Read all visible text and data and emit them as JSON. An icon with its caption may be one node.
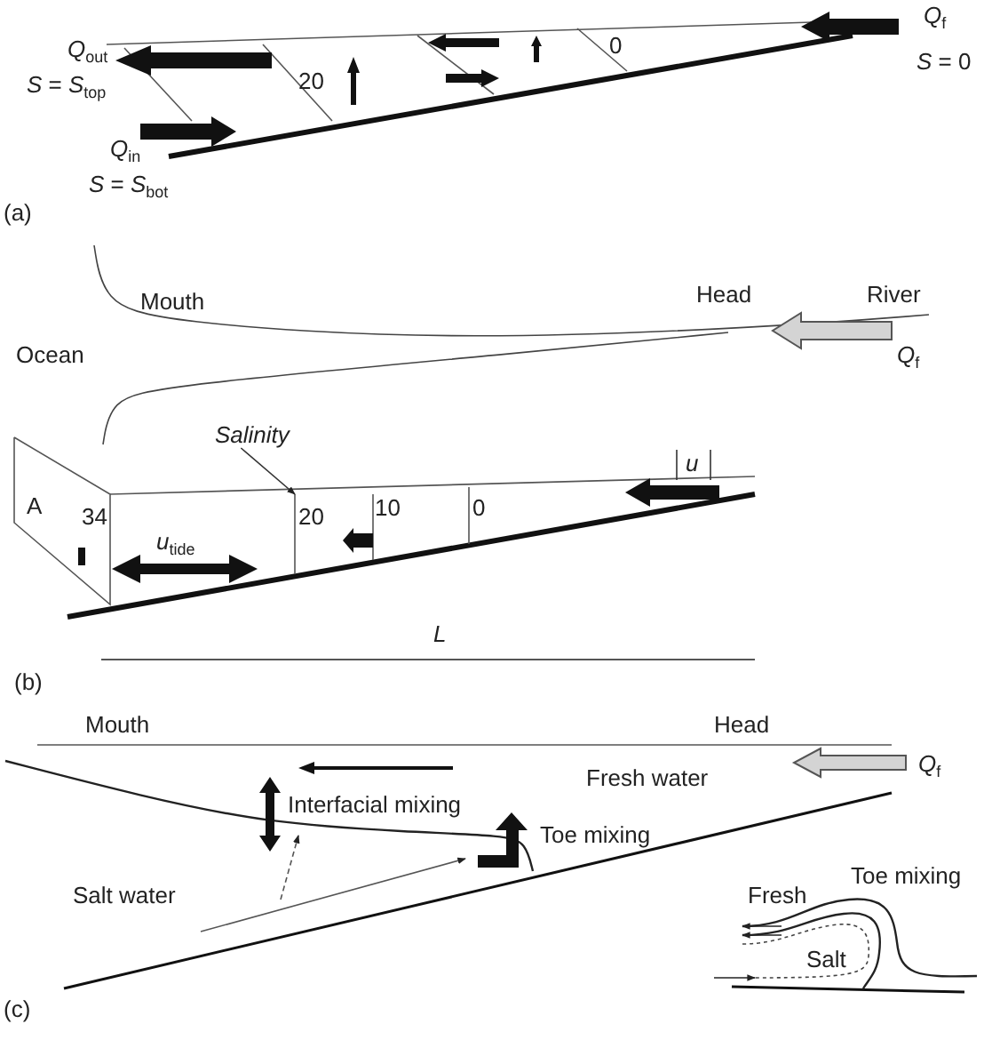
{
  "diagram": {
    "nodes": [
      {
        "text": [
          "Salinity"
        ]
      },
      {
        "text": [],
        "shape": "line"
      }
    ],
    "edges": [
      {
        "from": 0,
        "to": 1,
        "arrow": "to"
      }
    ],
    "labels": [
      "*Q*$_{f}$",
      "*Q*$_{out}$",
      "*S* = *S*$_{top}$",
      "20",
      "0",
      "*S* = 0",
      "*Q*$_{in}$",
      "*S* = *S*$_{bot}$",
      "(a)",
      "Mouth",
      "Head",
      "River",
      "Ocean",
      "*Q*$_{f}$",
      "u",
      "A",
      "34",
      "20",
      "10",
      "0",
      "*u*$_{tide}$",
      "L",
      "(b)",
      "Mouth",
      "Head",
      "*Q*$_{f}$",
      "Fresh water",
      "Interfacial mixing",
      "Toe mixing",
      "Salt water",
      "Fresh",
      "Toe mixing",
      "Salt",
      "(c)"
    ]
  }
}
